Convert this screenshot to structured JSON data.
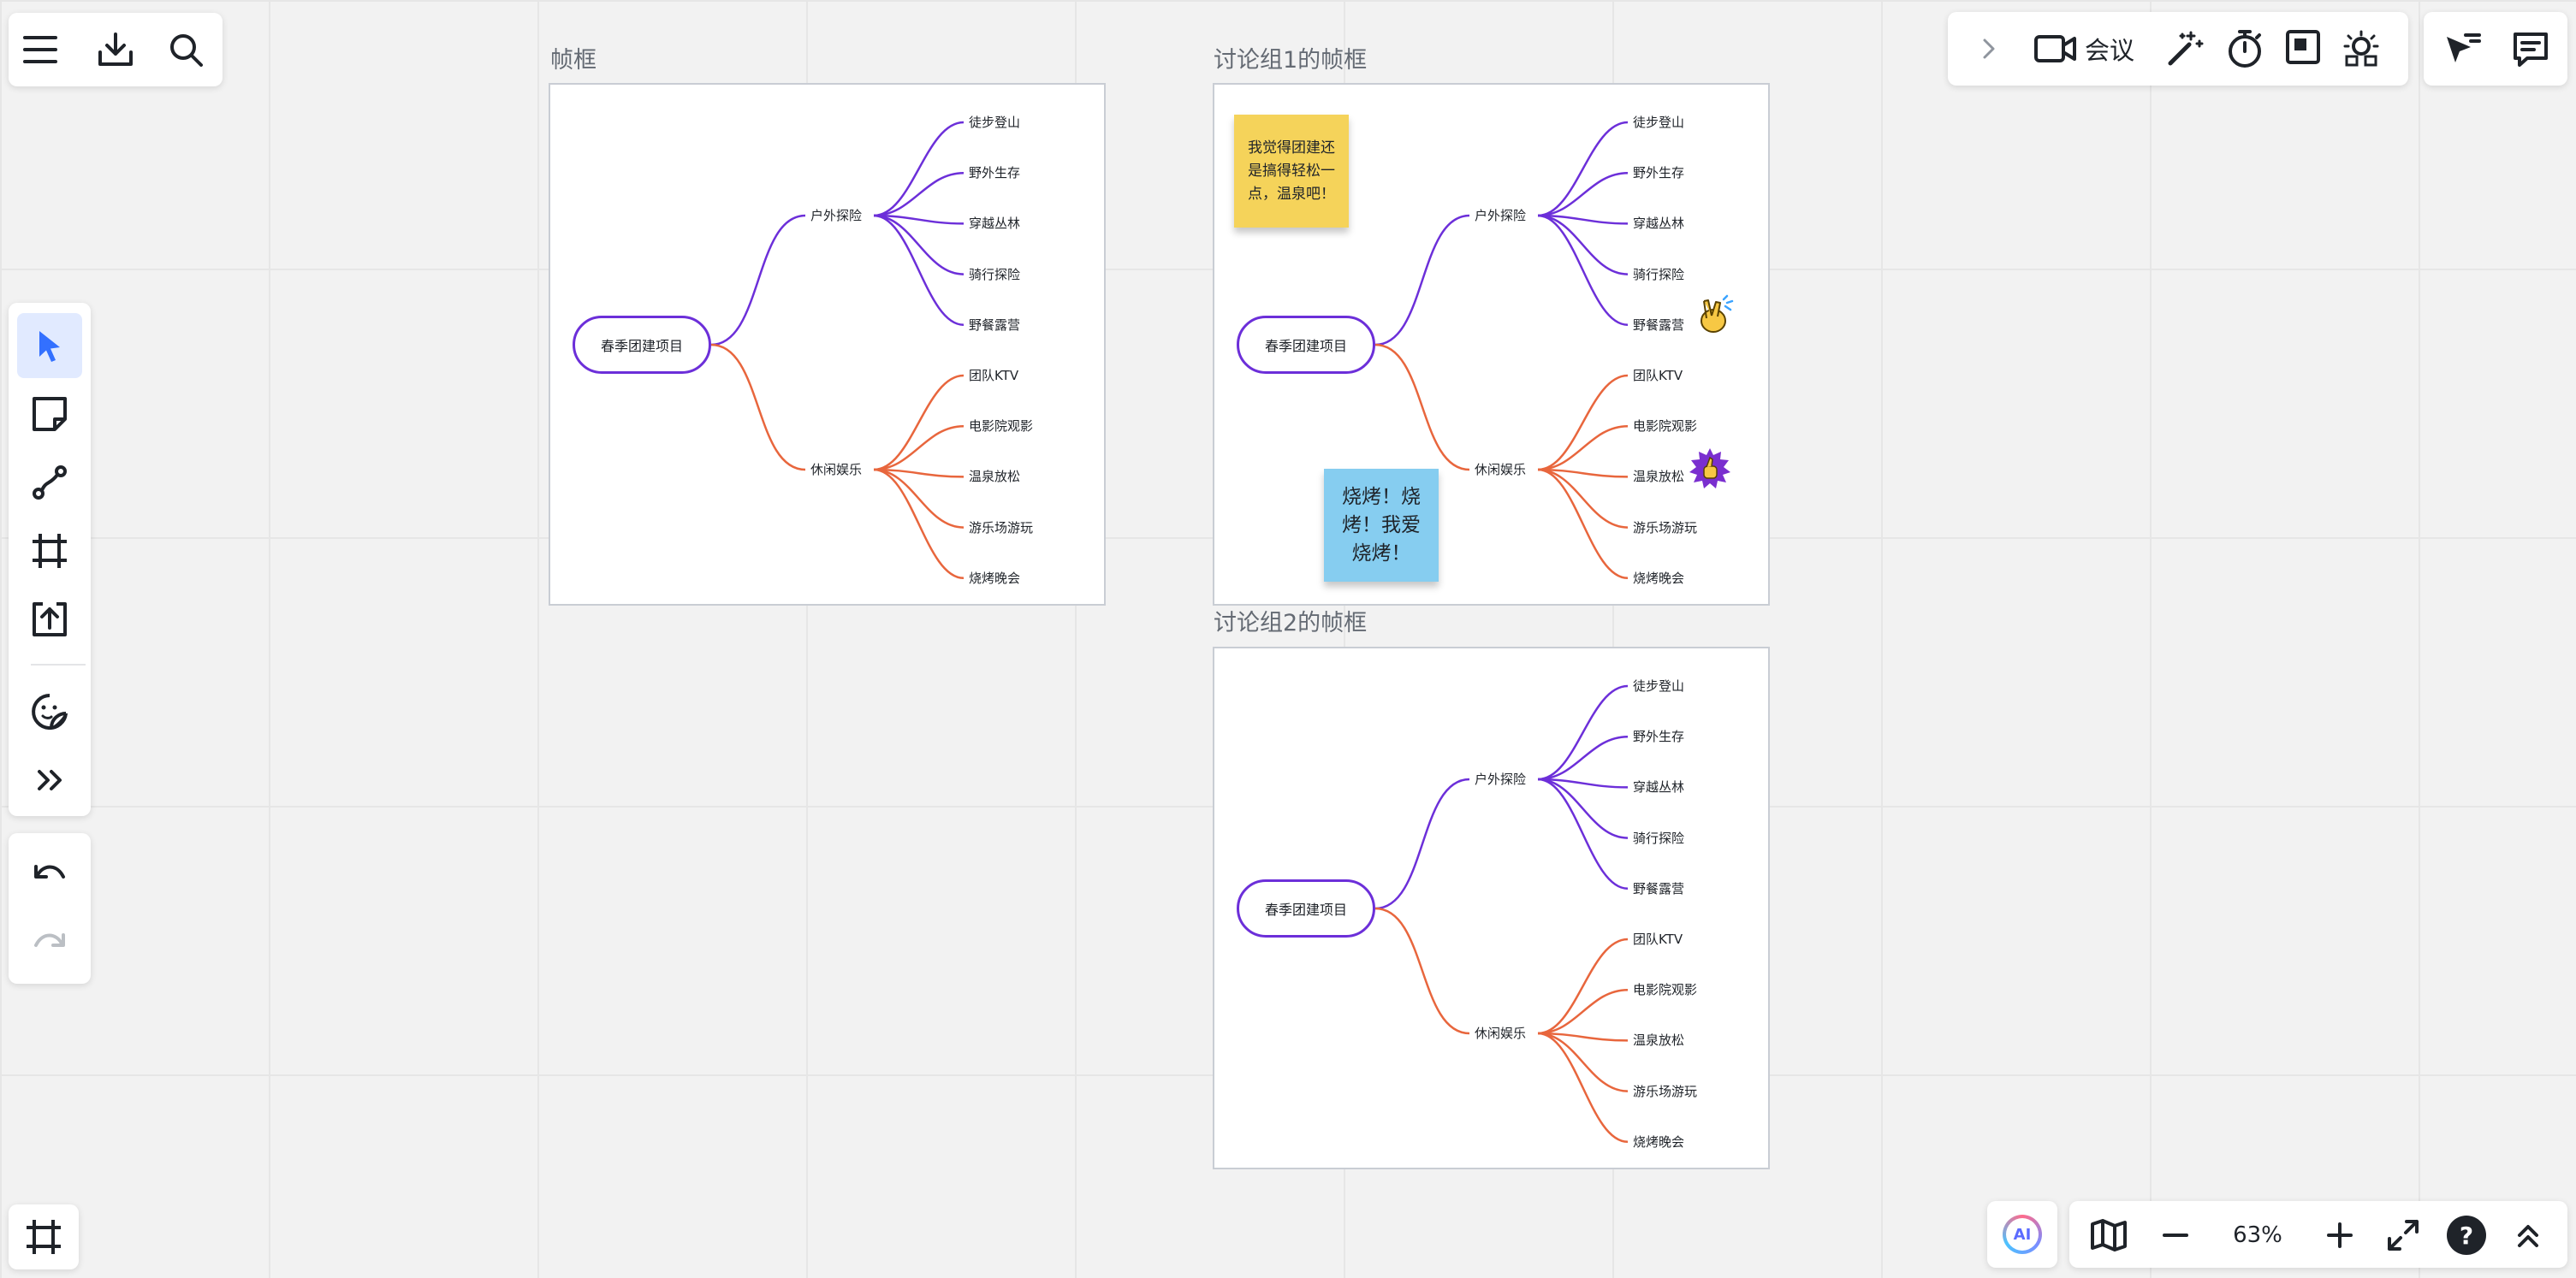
{
  "toolbar_top_left": {
    "menu_icon": "menu-icon",
    "download_icon": "download-icon",
    "search_icon": "search-icon"
  },
  "toolbar_top_right": {
    "meeting_label": "会议"
  },
  "frames": [
    {
      "title": "帧框"
    },
    {
      "title": "讨论组1的帧框"
    },
    {
      "title": "讨论组2的帧框"
    }
  ],
  "mindmap": {
    "root": "春季团建项目",
    "branches": [
      {
        "label": "户外探险",
        "color": "#6c2fd9",
        "children": [
          "徒步登山",
          "野外生存",
          "穿越丛林",
          "骑行探险",
          "野餐露营"
        ]
      },
      {
        "label": "休闲娱乐",
        "color": "#e8663d",
        "children": [
          "团队KTV",
          "电影院观影",
          "温泉放松",
          "游乐场游玩",
          "烧烤晚会"
        ]
      }
    ]
  },
  "stickies": {
    "yellow": {
      "text": "我觉得团建还是搞得轻松一点，温泉吧！",
      "color": "#f5d35a"
    },
    "blue": {
      "text": "烧烤！烧烤！我爱烧烤！",
      "color": "#86cdf0"
    }
  },
  "bottom_bar": {
    "zoom": "63%",
    "ai_label": "AI",
    "help_label": "?"
  },
  "colors": {
    "accent": "#3370ff",
    "purple": "#6c2fd9",
    "orange": "#e8663d"
  }
}
